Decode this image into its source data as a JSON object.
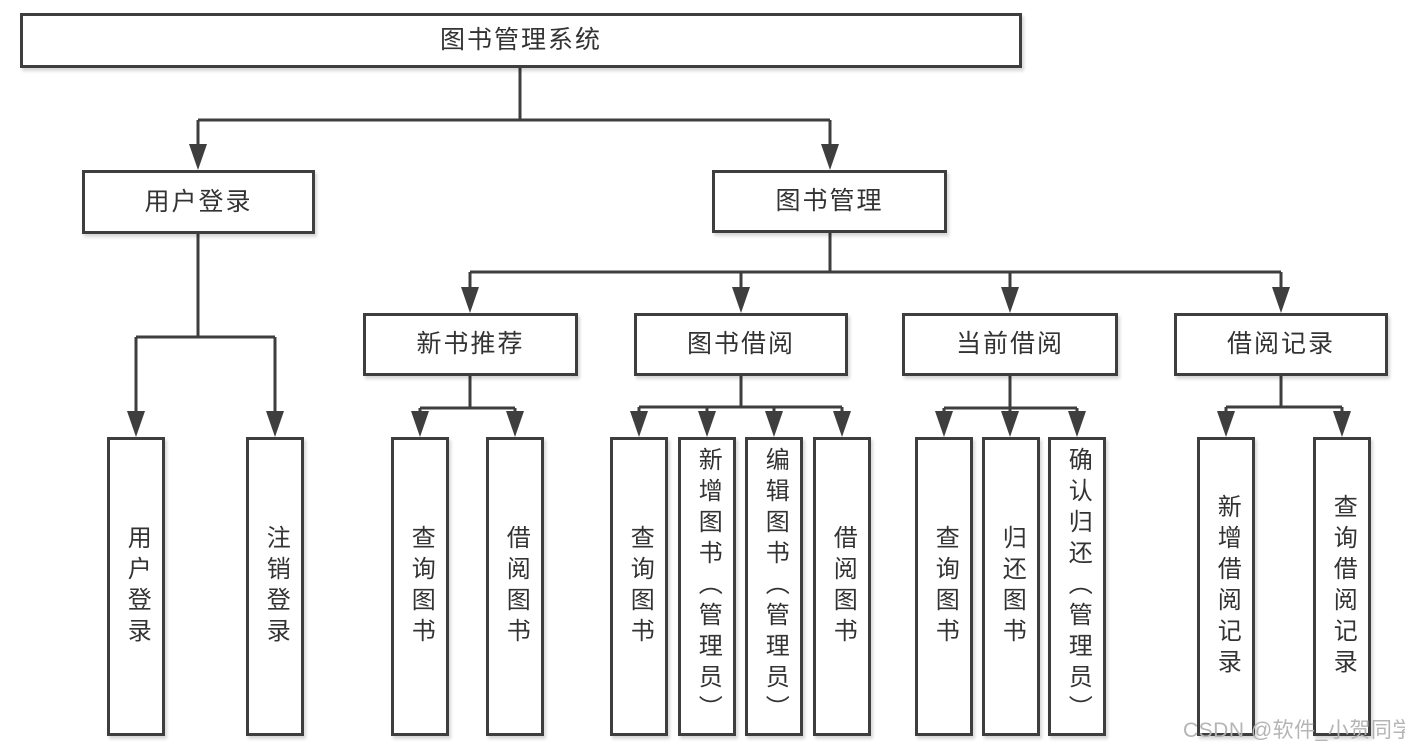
{
  "colors": {
    "line": "#3e3e3e",
    "text": "#333333",
    "node_bg": "#ffffff",
    "page_bg": "#ffffff",
    "watermark": "#b5b5b5"
  },
  "watermark": {
    "text": "CSDN @软件_小贺同学"
  },
  "tree": {
    "root": {
      "label": "图书管理系统",
      "children": [
        {
          "label": "用户登录",
          "children": [
            {
              "label": "用户登录"
            },
            {
              "label": "注销登录"
            }
          ]
        },
        {
          "label": "图书管理",
          "children": [
            {
              "label": "新书推荐",
              "children": [
                {
                  "label": "查询图书"
                },
                {
                  "label": "借阅图书"
                }
              ]
            },
            {
              "label": "图书借阅",
              "children": [
                {
                  "label": "查询图书"
                },
                {
                  "label": "新增图书（管理员）"
                },
                {
                  "label": "编辑图书（管理员）"
                },
                {
                  "label": "借阅图书"
                }
              ]
            },
            {
              "label": "当前借阅",
              "children": [
                {
                  "label": "查询图书"
                },
                {
                  "label": "归还图书"
                },
                {
                  "label": "确认归还（管理员）"
                }
              ]
            },
            {
              "label": "借阅记录",
              "children": [
                {
                  "label": "新增借阅记录"
                },
                {
                  "label": "查询借阅记录"
                }
              ]
            }
          ]
        }
      ]
    }
  }
}
